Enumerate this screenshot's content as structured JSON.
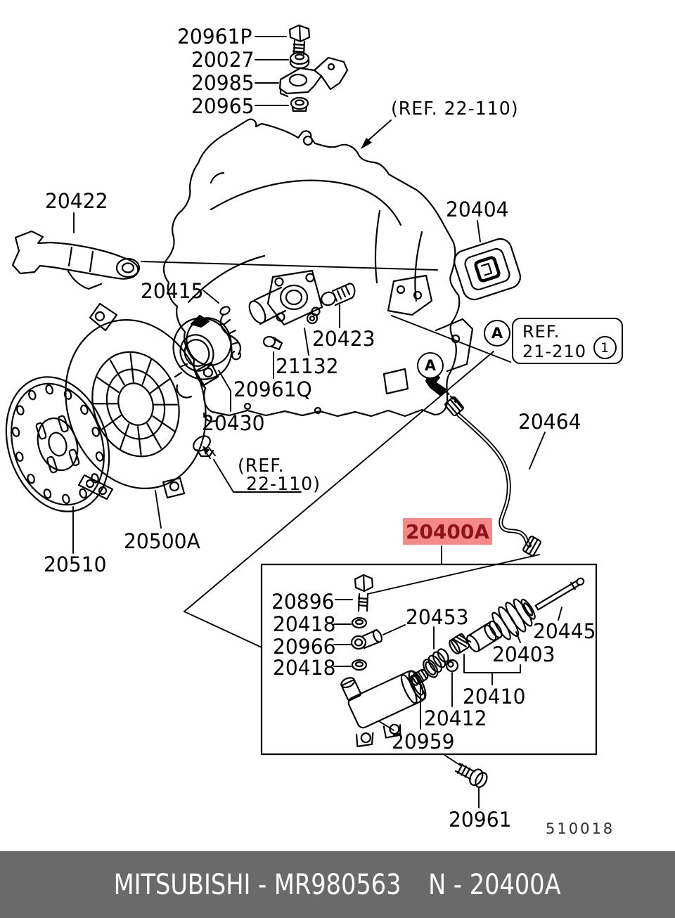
{
  "part_labels": {
    "p20961P": "20961P",
    "p20027": "20027",
    "p20985": "20985",
    "p20965": "20965",
    "p20422": "20422",
    "p20415": "20415",
    "p20404": "20404",
    "p20423": "20423",
    "p21132": "21132",
    "p20961Q": "20961Q",
    "p20430": "20430",
    "p20500A": "20500A",
    "p20510": "20510",
    "p20464": "20464",
    "p20896": "20896",
    "p20418a": "20418",
    "p20966": "20966",
    "p20418b": "20418",
    "p20453": "20453",
    "p20445": "20445",
    "p20403": "20403",
    "p20410": "20410",
    "p20412": "20412",
    "p20959": "20959",
    "p20961": "20961"
  },
  "references": {
    "ref_top": "(REF. 22-110)",
    "ref_mid_l1": "(REF.",
    "ref_mid_l2": "22-110)",
    "ref_box_l1": "REF.",
    "ref_box_l2": "21-210",
    "ref_box_num": "1",
    "view_a": "A"
  },
  "highlight": {
    "text": "20400A"
  },
  "drawing_number": "510018",
  "footer": {
    "left_text": "MITSUBISHI - MR980563",
    "right_text": "N - 20400A"
  },
  "colors": {
    "highlight_bg": "#F48A8A",
    "highlight_fg": "#8C1419",
    "footer_bg": "#6A6A6A",
    "footer_fg": "#FFFFFF",
    "line": "#000000"
  }
}
